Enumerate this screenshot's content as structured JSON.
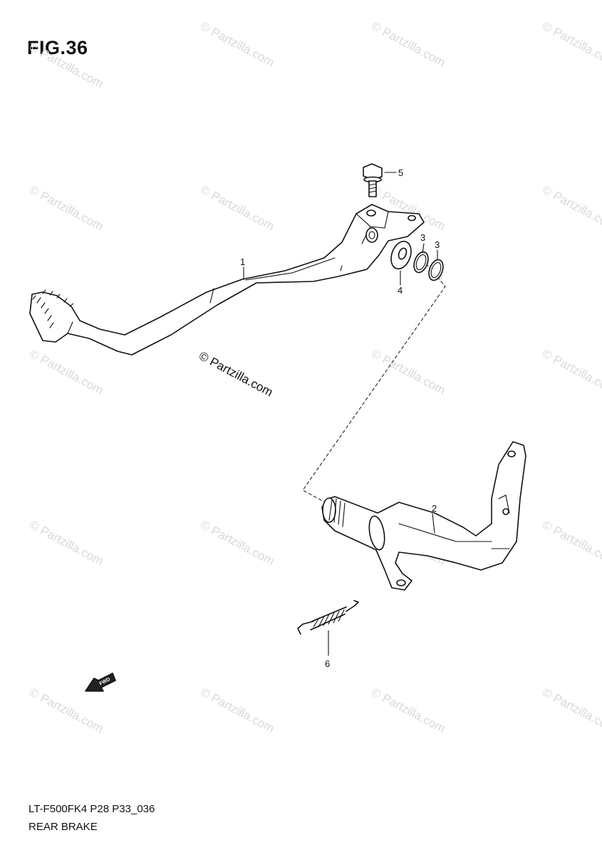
{
  "figure": {
    "title": "FIG.36",
    "code": "LT-F500FK4 P28 P33_036",
    "name": "REAR BRAKE"
  },
  "watermark": {
    "main_text": "© Partzilla.com",
    "tile_text": "© Partzilla.com"
  },
  "callouts": [
    {
      "id": "1",
      "label": "1"
    },
    {
      "id": "2",
      "label": "2"
    },
    {
      "id": "3a",
      "label": "3"
    },
    {
      "id": "3b",
      "label": "3"
    },
    {
      "id": "4",
      "label": "4"
    },
    {
      "id": "5",
      "label": "5"
    },
    {
      "id": "6",
      "label": "6"
    }
  ],
  "direction_arrow": {
    "label": "FWD"
  }
}
